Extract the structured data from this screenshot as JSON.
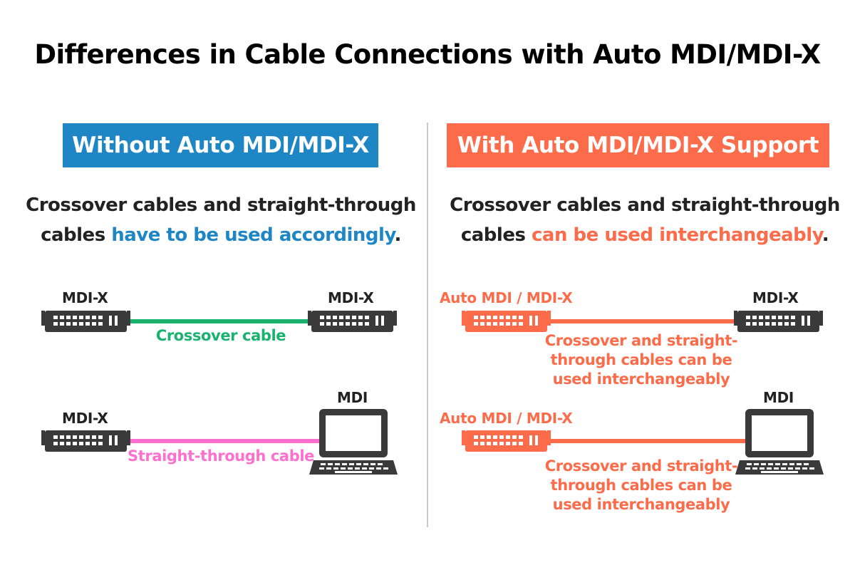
{
  "title": "Differences in Cable Connections with Auto MDI/MDI-X",
  "left": {
    "banner": "Without Auto MDI/MDI-X",
    "desc_line1": "Crossover cables and straight-through",
    "desc_line2_plain": "cables ",
    "desc_line2_highlight": "have to be used accordingly",
    "desc_line2_end": ".",
    "row1": {
      "left_label": "MDI-X",
      "right_label": "MDI-X",
      "cable_label": "Crossover cable"
    },
    "row2": {
      "left_label": "MDI-X",
      "right_label": "MDI",
      "cable_label": "Straight-through cable"
    }
  },
  "right": {
    "banner": "With Auto MDI/MDI-X Support",
    "desc_line1": "Crossover cables and straight-through",
    "desc_line2_plain": "cables ",
    "desc_line2_highlight": "can be used interchangeably",
    "desc_line2_end": ".",
    "row1": {
      "left_label": "Auto MDI / MDI-X",
      "right_label": "MDI-X",
      "cable_line1": "Crossover and straight-",
      "cable_line2": "through cables can be",
      "cable_line3": "used interchangeably"
    },
    "row2": {
      "left_label": "Auto MDI / MDI-X",
      "right_label": "MDI",
      "cable_line1": "Crossover and straight-",
      "cable_line2": "through cables can be",
      "cable_line3": "used interchangeably"
    }
  },
  "colors": {
    "blue": "#1f86c6",
    "orange": "#fc6b4a",
    "green": "#19b26f",
    "pink": "#ff6fce",
    "dark": "#3a3a3a"
  },
  "icons": [
    "network-switch-icon",
    "laptop-icon"
  ]
}
